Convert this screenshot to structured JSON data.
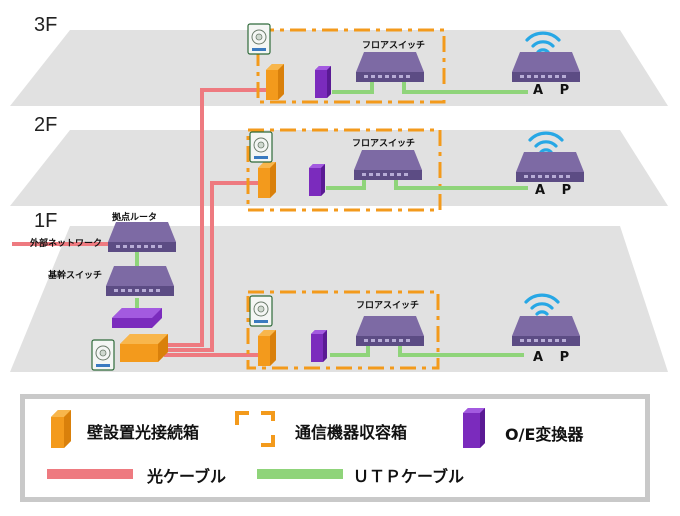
{
  "floors": {
    "f3": "3F",
    "f2": "2F",
    "f1": "1F"
  },
  "labels": {
    "floor_switch": "フロアスイッチ",
    "ap": "A P",
    "hub_router": "拠点ルータ",
    "external_network": "外部ネットワーク",
    "backbone_switch": "基幹スイッチ"
  },
  "legend": {
    "wall_box": "壁設置光接続箱",
    "enclosure": "通信機器収容箱",
    "oe_converter": "O/E変換器",
    "fiber_cable": "光ケーブル",
    "utp_cable": "ＵＴＰケーブル"
  },
  "colors": {
    "floor": "#e1e1e1",
    "fiber": "#ee7a80",
    "utp": "#8fd47a",
    "orange": "#f39a1c",
    "purple": "#7b2bbd",
    "switch": "#7d6aa4",
    "wifi": "#27a7e5",
    "legend_border": "#c9c9c9"
  }
}
